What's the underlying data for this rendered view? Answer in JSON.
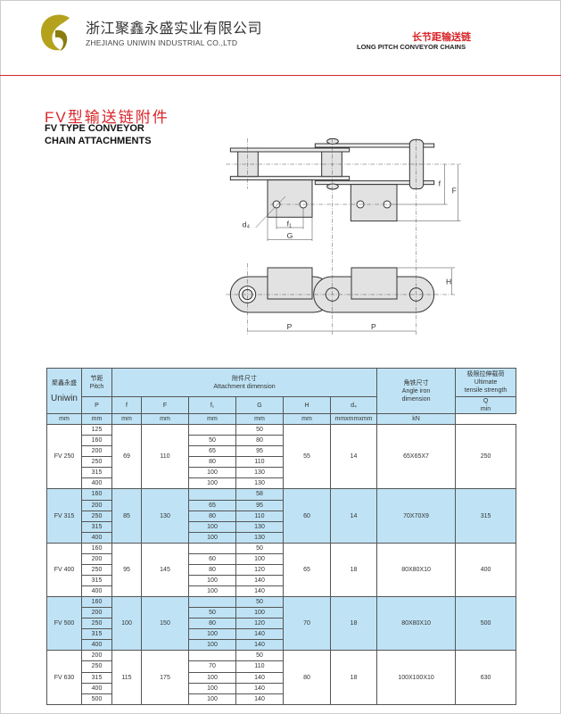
{
  "header": {
    "company_cn": "浙江聚鑫永盛实业有限公司",
    "company_en": "ZHEJIANG UNIWIN  INDUSTRIAL CO.,LTD",
    "category_cn": "长节距输送链",
    "category_en": "LONG PITCH CONVEYOR CHAINS",
    "logo_color": "#b5a21c",
    "accent": "#d8262b"
  },
  "title": {
    "cn": "FV型输送链附件",
    "en_line1": "FV TYPE CONVEYOR",
    "en_line2": "CHAIN ATTACHMENTS"
  },
  "diagram": {
    "labels": {
      "d4": "d₄",
      "f1": "f₁",
      "G": "G",
      "f": "f",
      "F": "F",
      "H": "H",
      "P1": "P",
      "P2": "P"
    }
  },
  "table": {
    "brand_cn": "聚鑫永盛",
    "brand_en": "Uniwin",
    "pitch_cn": "节距",
    "pitch_en": "Pitch",
    "attach_cn": "附件尺寸",
    "attach_en": "Attachment dimension",
    "angle_cn": "角铁尺寸",
    "angle_en1": "Angle iron",
    "angle_en2": "dimension",
    "ult_cn": "极限拉伸载荷",
    "ult_en1": "Ultimate",
    "ult_en2": "tensile strength",
    "cols": [
      "P",
      "f",
      "F",
      "f₁",
      "G",
      "H",
      "d₄"
    ],
    "q_label": "Q",
    "q_sub": "min",
    "units": [
      "mm",
      "mm",
      "mm",
      "mm",
      "mm",
      "mm",
      "mm",
      "mmxmmxmm",
      "kN"
    ],
    "groups": [
      {
        "model": "FV 250",
        "f": "69",
        "F": "110",
        "H": "55",
        "d4": "14",
        "angle": "65X65X7",
        "Q": "250",
        "shade": "white",
        "rows": [
          [
            "125",
            "",
            "50"
          ],
          [
            "160",
            "50",
            "80"
          ],
          [
            "200",
            "65",
            "95"
          ],
          [
            "250",
            "80",
            "110"
          ],
          [
            "315",
            "100",
            "130"
          ],
          [
            "400",
            "100",
            "130"
          ]
        ]
      },
      {
        "model": "FV 315",
        "f": "85",
        "F": "130",
        "H": "60",
        "d4": "14",
        "angle": "70X70X9",
        "Q": "315",
        "shade": "blue",
        "rows": [
          [
            "160",
            "",
            "58"
          ],
          [
            "200",
            "65",
            "95"
          ],
          [
            "250",
            "80",
            "110"
          ],
          [
            "315",
            "100",
            "130"
          ],
          [
            "400",
            "100",
            "130"
          ]
        ]
      },
      {
        "model": "FV 400",
        "f": "95",
        "F": "145",
        "H": "65",
        "d4": "18",
        "angle": "80X80X10",
        "Q": "400",
        "shade": "white",
        "rows": [
          [
            "160",
            "",
            "50"
          ],
          [
            "200",
            "60",
            "100"
          ],
          [
            "250",
            "80",
            "120"
          ],
          [
            "315",
            "100",
            "140"
          ],
          [
            "400",
            "100",
            "140"
          ]
        ]
      },
      {
        "model": "FV 500",
        "f": "100",
        "F": "150",
        "H": "70",
        "d4": "18",
        "angle": "80X80X10",
        "Q": "500",
        "shade": "blue",
        "rows": [
          [
            "160",
            "",
            "50"
          ],
          [
            "200",
            "50",
            "100"
          ],
          [
            "250",
            "80",
            "120"
          ],
          [
            "315",
            "100",
            "140"
          ],
          [
            "400",
            "100",
            "140"
          ]
        ]
      },
      {
        "model": "FV 630",
        "f": "115",
        "F": "175",
        "H": "80",
        "d4": "18",
        "angle": "100X100X10",
        "Q": "630",
        "shade": "white",
        "rows": [
          [
            "200",
            "",
            "50"
          ],
          [
            "250",
            "70",
            "110"
          ],
          [
            "315",
            "100",
            "140"
          ],
          [
            "400",
            "100",
            "140"
          ],
          [
            "500",
            "100",
            "140"
          ]
        ]
      }
    ]
  }
}
